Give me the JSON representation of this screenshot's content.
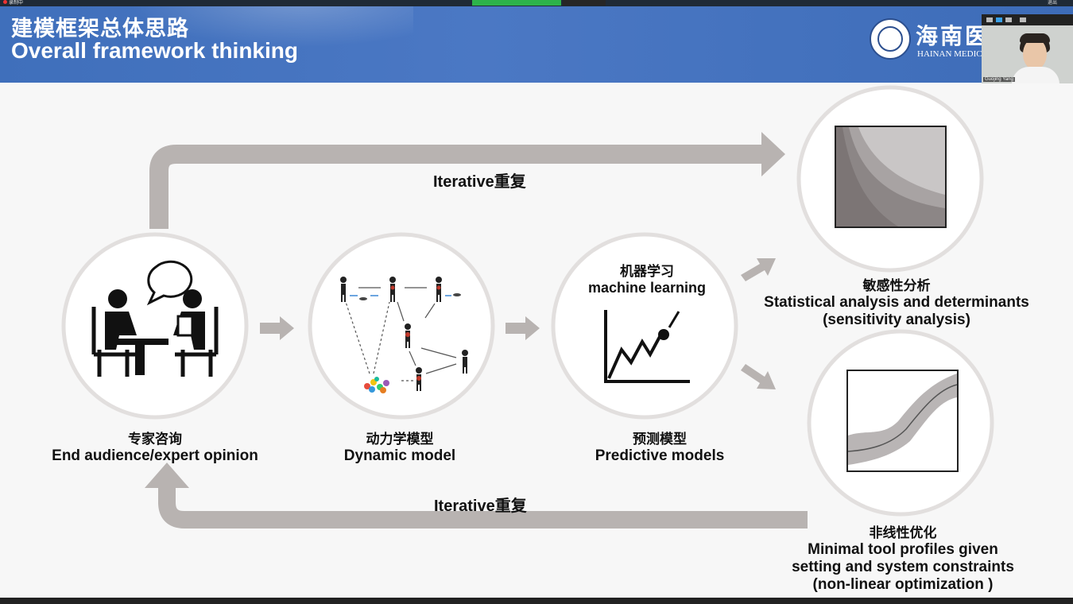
{
  "recording": {
    "text": "录制中"
  },
  "header": {
    "title_cn": "建模框架总体思路",
    "title_en": "Overall framework thinking",
    "logo_cn": "海南医",
    "logo_en": "HAINAN MEDICA",
    "meeting_right_button": "退出"
  },
  "video": {
    "name": "Guojing Yang"
  },
  "diagram": {
    "iterative_top": "Iterative重复",
    "iterative_bottom": "Iterative重复",
    "nodes": {
      "expert": {
        "cn": "专家咨询",
        "en": "End audience/expert opinion"
      },
      "dynamic": {
        "cn": "动力学模型",
        "en": "Dynamic model"
      },
      "ml": {
        "cn": "机器学习",
        "en": "machine learning"
      },
      "predictive": {
        "cn": "预测模型",
        "en": "Predictive models"
      },
      "sensitivity": {
        "cn": "敏感性分析",
        "en_line1": "Statistical analysis and determinants",
        "en_line2": "(sensitivity analysis)"
      },
      "nonlinear": {
        "cn": "非线性优化",
        "en_line1": "Minimal tool profiles given",
        "en_line2": "setting and system constraints",
        "en_line3": "(non-linear optimization )"
      }
    }
  },
  "colors": {
    "header_blue": "#4473bf",
    "arrow_gray": "#b8b3b1",
    "circle_border": "#e2dfde"
  },
  "icons": [
    "conversation-icon",
    "transmission-network-icon",
    "trend-chart-icon",
    "sensitivity-plot-icon",
    "optimization-curve-icon"
  ]
}
